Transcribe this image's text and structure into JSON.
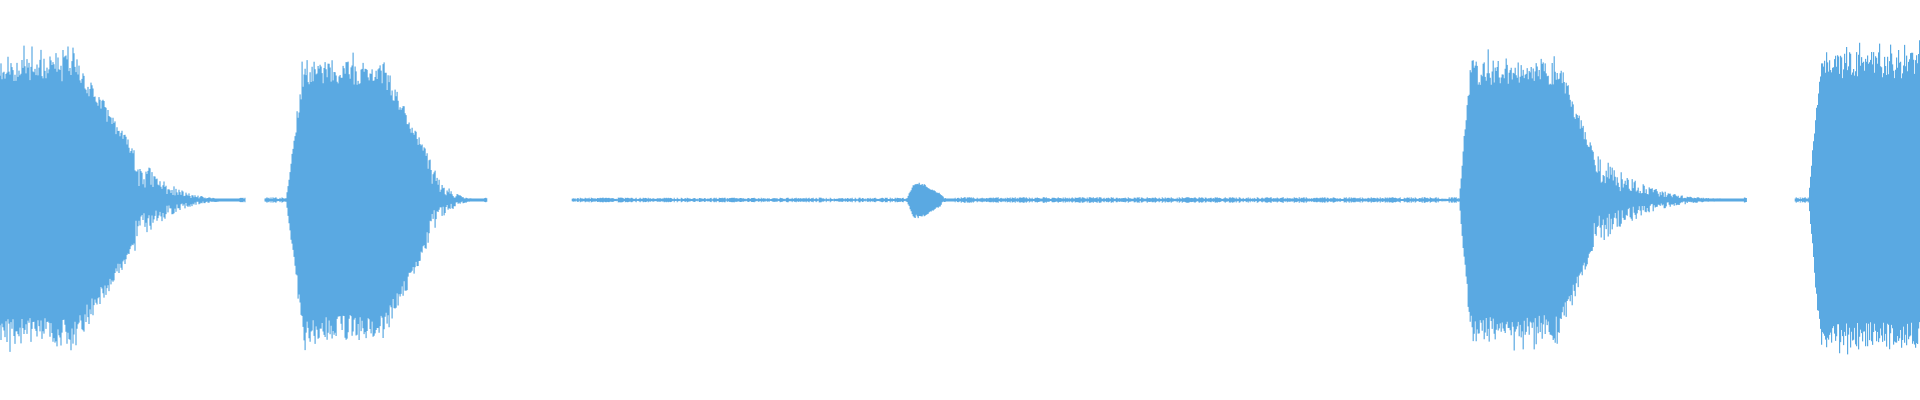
{
  "waveform": {
    "color": "#5aa9e2",
    "background": "#ffffff",
    "bursts": [
      {
        "name": "burst-1",
        "start": 0.0,
        "attack_end": 0.0,
        "sustain_end": 0.04,
        "decay_end": 0.07,
        "tail_end": 0.125,
        "peak": 0.72,
        "seed": 11
      },
      {
        "name": "burst-2",
        "start": 0.149,
        "attack_end": 0.158,
        "sustain_end": 0.2,
        "decay_end": 0.222,
        "tail_end": 0.252,
        "peak": 0.7,
        "seed": 23
      },
      {
        "name": "burst-3",
        "start": 0.472,
        "attack_end": 0.476,
        "sustain_end": 0.48,
        "decay_end": 0.49,
        "tail_end": 0.497,
        "peak": 0.09,
        "seed": 37
      },
      {
        "name": "burst-4",
        "start": 0.76,
        "attack_end": 0.766,
        "sustain_end": 0.812,
        "decay_end": 0.83,
        "tail_end": 0.908,
        "peak": 0.7,
        "seed": 41
      },
      {
        "name": "burst-5",
        "start": 0.942,
        "attack_end": 0.948,
        "sustain_end": 1.0,
        "decay_end": 1.0,
        "tail_end": 1.0,
        "peak": 0.74,
        "seed": 53
      }
    ],
    "noise_floor": [
      {
        "start": 0.125,
        "end": 0.128,
        "level": 0.008
      },
      {
        "start": 0.138,
        "end": 0.149,
        "level": 0.006
      },
      {
        "start": 0.252,
        "end": 0.254,
        "level": 0.006
      },
      {
        "start": 0.298,
        "end": 0.472,
        "level": 0.005
      },
      {
        "start": 0.497,
        "end": 0.76,
        "level": 0.006
      },
      {
        "start": 0.908,
        "end": 0.91,
        "level": 0.006
      },
      {
        "start": 0.935,
        "end": 0.942,
        "level": 0.006
      }
    ]
  }
}
